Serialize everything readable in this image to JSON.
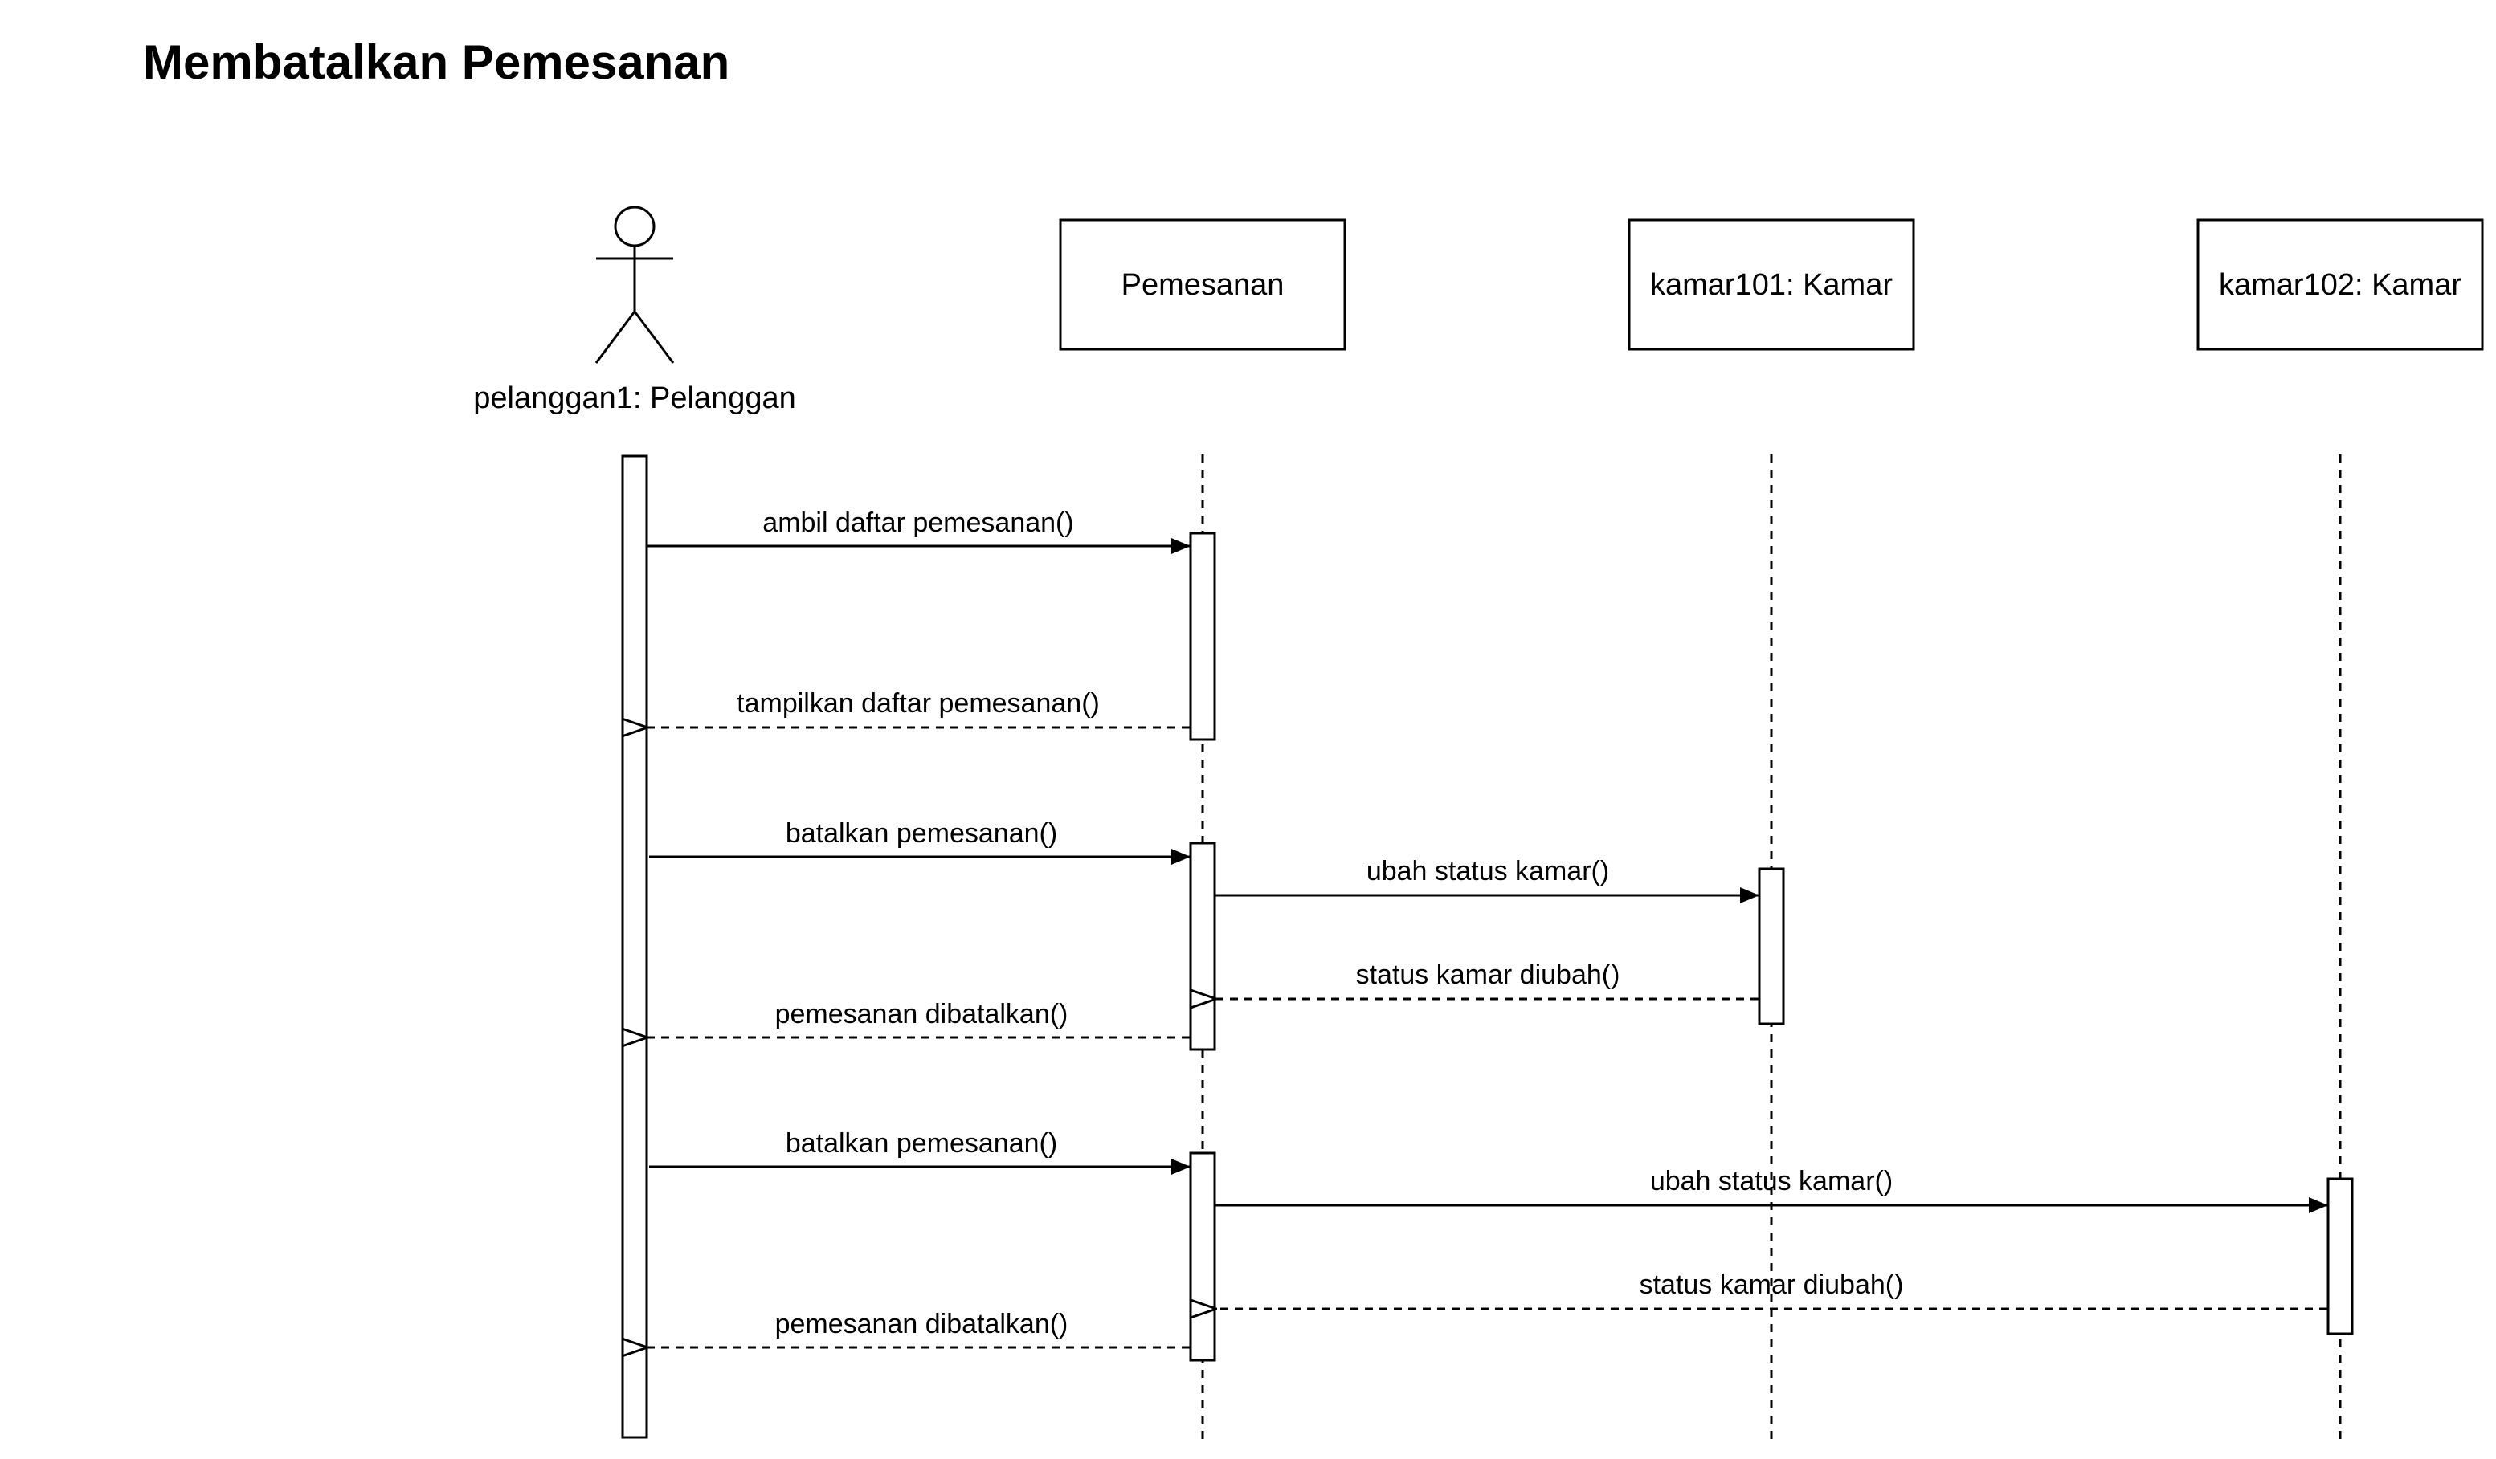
{
  "diagram": {
    "title": "Membatalkan Pemesanan",
    "participants": [
      {
        "id": "pelanggan1",
        "label": "pelanggan1: Pelanggan",
        "kind": "actor"
      },
      {
        "id": "pemesanan",
        "label": "Pemesanan",
        "kind": "object"
      },
      {
        "id": "kamar101",
        "label": "kamar101: Kamar",
        "kind": "object"
      },
      {
        "id": "kamar102",
        "label": "kamar102: Kamar",
        "kind": "object"
      }
    ],
    "messages": [
      {
        "from": "pelanggan1",
        "to": "pemesanan",
        "label": "ambil daftar pemesanan()",
        "type": "sync"
      },
      {
        "from": "pemesanan",
        "to": "pelanggan1",
        "label": "tampilkan daftar pemesanan()",
        "type": "return"
      },
      {
        "from": "pelanggan1",
        "to": "pemesanan",
        "label": "batalkan pemesanan()",
        "type": "sync"
      },
      {
        "from": "pemesanan",
        "to": "kamar101",
        "label": "ubah status kamar()",
        "type": "sync"
      },
      {
        "from": "kamar101",
        "to": "pemesanan",
        "label": "status kamar diubah()",
        "type": "return"
      },
      {
        "from": "pemesanan",
        "to": "pelanggan1",
        "label": "pemesanan dibatalkan()",
        "type": "return"
      },
      {
        "from": "pelanggan1",
        "to": "pemesanan",
        "label": "batalkan pemesanan()",
        "type": "sync"
      },
      {
        "from": "pemesanan",
        "to": "kamar102",
        "label": "ubah status kamar()",
        "type": "sync"
      },
      {
        "from": "kamar102",
        "to": "pemesanan",
        "label": "status kamar diubah()",
        "type": "return"
      },
      {
        "from": "pemesanan",
        "to": "pelanggan1",
        "label": "pemesanan dibatalkan()",
        "type": "return"
      }
    ]
  }
}
